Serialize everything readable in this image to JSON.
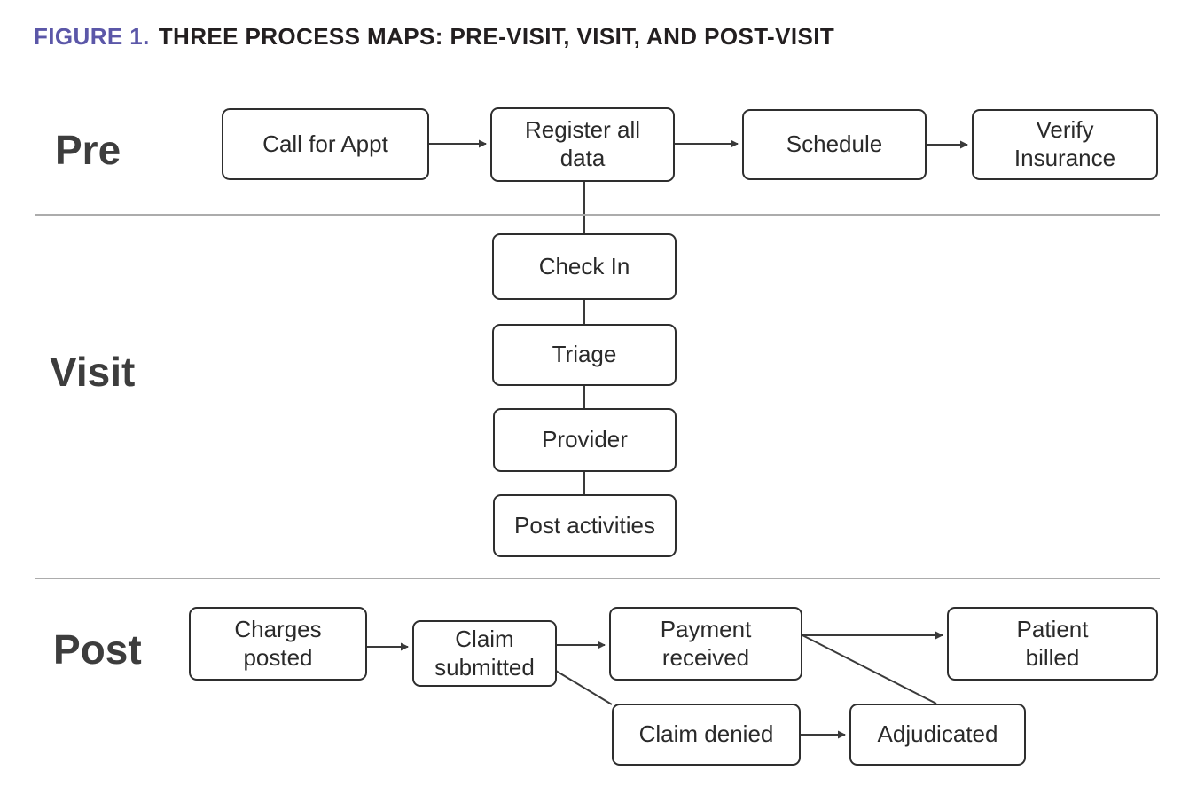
{
  "figure_header": {
    "label": "FIGURE 1.",
    "title": "THREE PROCESS MAPS: PRE-VISIT, VISIT, AND POST-VISIT"
  },
  "colors": {
    "accent_purple": "#5B57A8",
    "title_text": "#231F20",
    "section_label": "#3D3D3D",
    "box_border": "#2E2E2E",
    "box_text": "#2A2A2A",
    "connector": "#3A3A3A",
    "divider": "#ACACAC",
    "background": "#FFFFFF"
  },
  "sections": {
    "pre": {
      "label": "Pre",
      "nodes": [
        {
          "id": "call-for-appt",
          "label": "Call for Appt",
          "lines": [
            "Call for Appt"
          ]
        },
        {
          "id": "register-all-data",
          "label": "Register all data",
          "lines": [
            "Register all",
            "data"
          ]
        },
        {
          "id": "schedule",
          "label": "Schedule",
          "lines": [
            "Schedule"
          ]
        },
        {
          "id": "verify-insurance",
          "label": "Verify Insurance",
          "lines": [
            "Verify",
            "Insurance"
          ]
        }
      ]
    },
    "visit": {
      "label": "Visit",
      "nodes": [
        {
          "id": "check-in",
          "label": "Check In",
          "lines": [
            "Check In"
          ]
        },
        {
          "id": "triage",
          "label": "Triage",
          "lines": [
            "Triage"
          ]
        },
        {
          "id": "provider",
          "label": "Provider",
          "lines": [
            "Provider"
          ]
        },
        {
          "id": "post-activities",
          "label": "Post activities",
          "lines": [
            "Post activities"
          ]
        }
      ]
    },
    "post": {
      "label": "Post",
      "nodes": [
        {
          "id": "charges-posted",
          "label": "Charges posted",
          "lines": [
            "Charges",
            "posted"
          ]
        },
        {
          "id": "claim-submitted",
          "label": "Claim submitted",
          "lines": [
            "Claim",
            "submitted"
          ]
        },
        {
          "id": "payment-received",
          "label": "Payment received",
          "lines": [
            "Payment",
            "received"
          ]
        },
        {
          "id": "patient-billed",
          "label": "Patient billed",
          "lines": [
            "Patient",
            "billed"
          ]
        },
        {
          "id": "claim-denied",
          "label": "Claim denied",
          "lines": [
            "Claim denied"
          ]
        },
        {
          "id": "adjudicated",
          "label": "Adjudicated",
          "lines": [
            "Adjudicated"
          ]
        }
      ]
    }
  },
  "edges": [
    {
      "from": "Call for Appt",
      "to": "Register all data",
      "arrow": true
    },
    {
      "from": "Register all data",
      "to": "Schedule",
      "arrow": true
    },
    {
      "from": "Schedule",
      "to": "Verify Insurance",
      "arrow": true
    },
    {
      "from": "Register all data",
      "to": "Check In",
      "arrow": false
    },
    {
      "from": "Check In",
      "to": "Triage",
      "arrow": false
    },
    {
      "from": "Triage",
      "to": "Provider",
      "arrow": false
    },
    {
      "from": "Provider",
      "to": "Post activities",
      "arrow": false
    },
    {
      "from": "Charges posted",
      "to": "Claim submitted",
      "arrow": true
    },
    {
      "from": "Claim submitted",
      "to": "Payment received",
      "arrow": true
    },
    {
      "from": "Payment received",
      "to": "Patient billed",
      "arrow": true
    },
    {
      "from": "Claim submitted",
      "to": "Claim denied",
      "arrow": false
    },
    {
      "from": "Claim denied",
      "to": "Adjudicated",
      "arrow": true
    },
    {
      "from": "Payment received",
      "to": "Adjudicated",
      "arrow": false
    }
  ]
}
